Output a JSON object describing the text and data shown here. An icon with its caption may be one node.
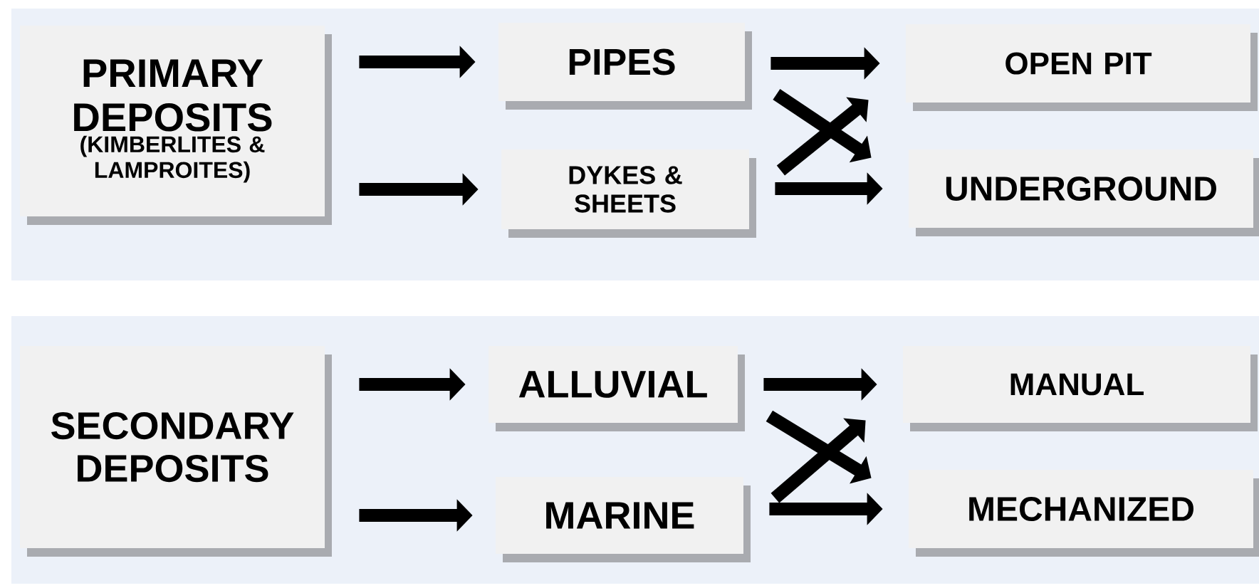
{
  "diagram": {
    "nodes": [
      {
        "text": [
          "PRIMARY DEPOSITS",
          "(KIMBERLITES & LAMPROITES)"
        ]
      },
      {
        "text": [
          "PIPES"
        ]
      },
      {
        "text": [
          "DYKES & SHEETS"
        ]
      },
      {
        "text": [
          "OPEN PIT"
        ]
      },
      {
        "text": [
          "UNDERGROUND"
        ]
      },
      {
        "text": [
          "SECONDARY DEPOSITS"
        ]
      },
      {
        "text": [
          "ALLUVIAL"
        ]
      },
      {
        "text": [
          "MARINE"
        ]
      },
      {
        "text": [
          "MANUAL"
        ]
      },
      {
        "text": [
          "MECHANIZED"
        ]
      }
    ],
    "edges": [
      {
        "from": 0,
        "to": 1,
        "arrow": "to"
      },
      {
        "from": 0,
        "to": 2,
        "arrow": "to"
      },
      {
        "from": 1,
        "to": 3,
        "arrow": "to"
      },
      {
        "from": 1,
        "to": 4,
        "arrow": "to"
      },
      {
        "from": 2,
        "to": 3,
        "arrow": "to"
      },
      {
        "from": 2,
        "to": 4,
        "arrow": "to"
      },
      {
        "from": 5,
        "to": 6,
        "arrow": "to"
      },
      {
        "from": 5,
        "to": 7,
        "arrow": "to"
      },
      {
        "from": 6,
        "to": 8,
        "arrow": "to"
      },
      {
        "from": 6,
        "to": 9,
        "arrow": "to"
      },
      {
        "from": 7,
        "to": 8,
        "arrow": "to"
      },
      {
        "from": 7,
        "to": 9,
        "arrow": "to"
      }
    ]
  }
}
